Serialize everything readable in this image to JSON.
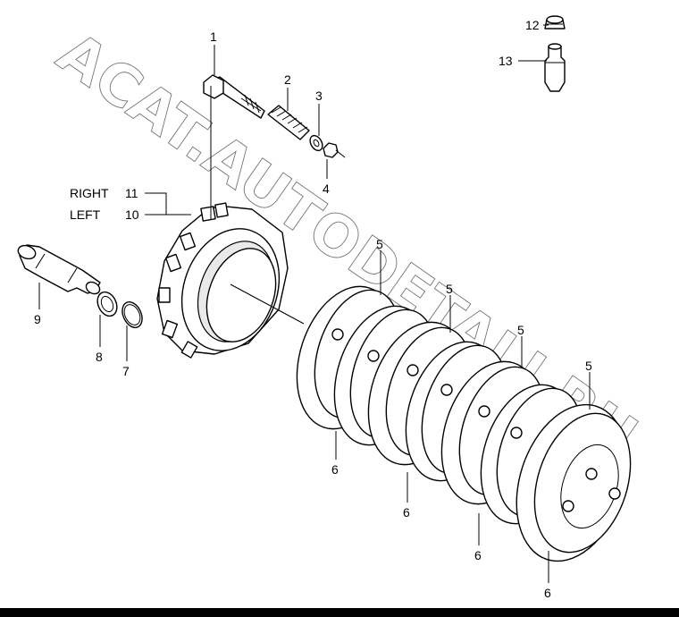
{
  "watermark": "ACAT.AUTODETALI.RU",
  "callouts": {
    "c1": "1",
    "c2": "2",
    "c3": "3",
    "c4": "4",
    "c5a": "5",
    "c5b": "5",
    "c5c": "5",
    "c5d": "5",
    "c6a": "6",
    "c6b": "6",
    "c6c": "6",
    "c6d": "6",
    "c7": "7",
    "c8": "8",
    "c9": "9",
    "c10": "10",
    "c11": "11",
    "c12": "12",
    "c13": "13"
  },
  "side_labels": {
    "right": "RIGHT",
    "left": "LEFT"
  }
}
